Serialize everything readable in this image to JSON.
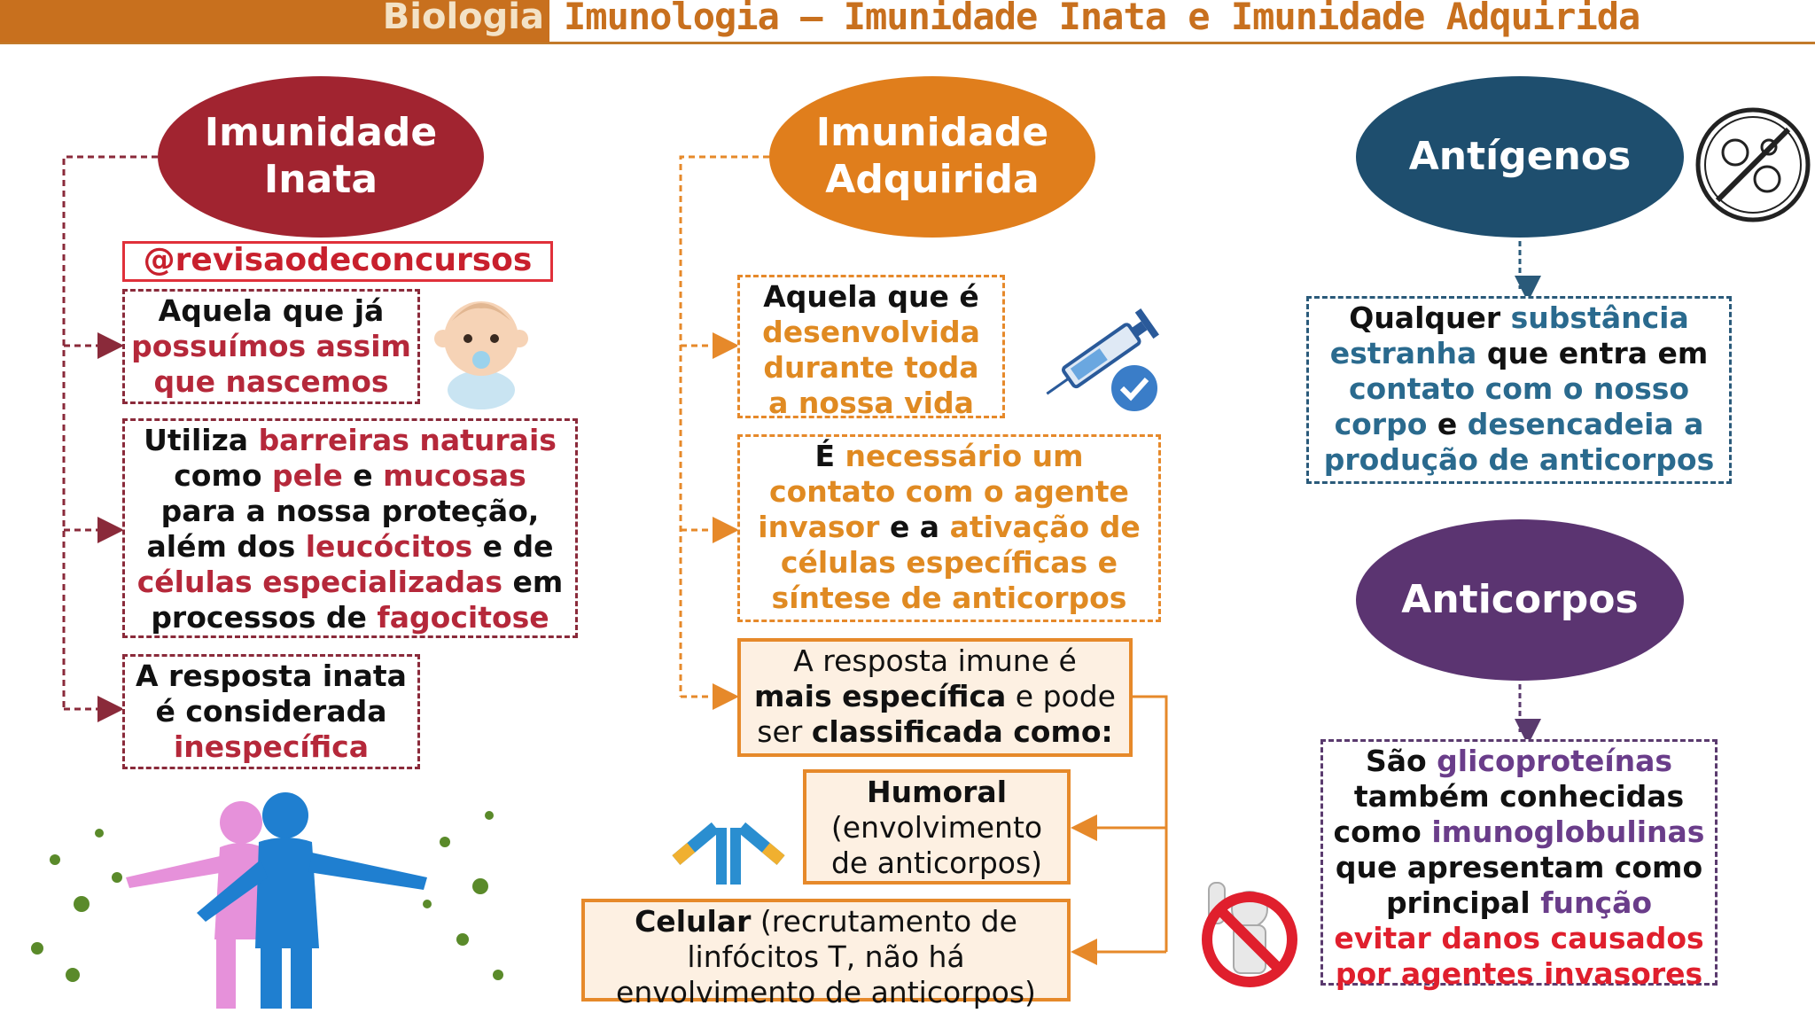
{
  "header": {
    "subject": "Biologia",
    "title": "Imunologia – Imunidade Inata e Imunidade Adquirida"
  },
  "handle": "@revisaodeconcursos",
  "inata": {
    "title_l1": "Imunidade",
    "title_l2": "Inata",
    "box1": [
      "Aquela que já",
      "possuímos assim",
      "que nascemos"
    ],
    "box2": {
      "l1a": "Utiliza ",
      "l1b": "barreiras naturais",
      "l2a": "como ",
      "l2b": "pele",
      "l2c": " e ",
      "l2d": "mucosas",
      "l3": "para a nossa proteção,",
      "l4a": "além dos ",
      "l4b": "leucócitos",
      "l4c": " e de",
      "l5a": "células especializadas",
      "l5b": " em",
      "l6a": "processos de ",
      "l6b": "fagocitose"
    },
    "box3": [
      "A resposta inata",
      "é considerada",
      "inespecífica"
    ]
  },
  "adquirida": {
    "title_l1": "Imunidade",
    "title_l2": "Adquirida",
    "box1": [
      "Aquela que é",
      "desenvolvida",
      "durante toda",
      "a nossa vida"
    ],
    "box2": {
      "l1a": "É ",
      "l1b": "necessário um",
      "l2": "contato com o agente",
      "l3a": "invasor",
      "l3b": " e a ",
      "l3c": "ativação de",
      "l4": "células específicas e",
      "l5": "síntese de anticorpos"
    },
    "box3": {
      "l1": "A resposta imune é",
      "l2a": "mais específica",
      "l2b": " e pode",
      "l3a": "ser ",
      "l3b": "classificada como:"
    },
    "box4": [
      "Humoral",
      "(envolvimento",
      "de anticorpos)"
    ],
    "box5": {
      "l1a": "Celular",
      "l1b": " (recrutamento de",
      "l2": "linfócitos T, não há",
      "l3": "envolvimento de anticorpos)"
    }
  },
  "antigenos": {
    "title": "Antígenos",
    "box": {
      "l1a": "Qualquer ",
      "l1b": "substância",
      "l2a": "estranha",
      "l2b": " que entra em",
      "l3": "contato com o nosso",
      "l4a": "corpo",
      "l4b": " e ",
      "l4c": "desencadeia a",
      "l5": "produção de anticorpos"
    }
  },
  "anticorpos": {
    "title": "Anticorpos",
    "box": {
      "l1a": "São ",
      "l1b": "glicoproteínas",
      "l2": "também conhecidas",
      "l3a": "como ",
      "l3b": "imunoglobulinas",
      "l4": "que apresentam como",
      "l5a": "principal ",
      "l5b": "função",
      "l6": "evitar danos causados",
      "l7": "por agentes invasores"
    }
  },
  "colors": {
    "inata": "#a12430",
    "adquirida": "#e07e1c",
    "antigenos": "#1e4e6e",
    "anticorpos": "#5b3471"
  },
  "icons": [
    "baby-icon",
    "syringe-icon",
    "virus-forbidden-icon",
    "antibody-icon",
    "human-body-defense-icon",
    "stop-gesture-icon"
  ]
}
